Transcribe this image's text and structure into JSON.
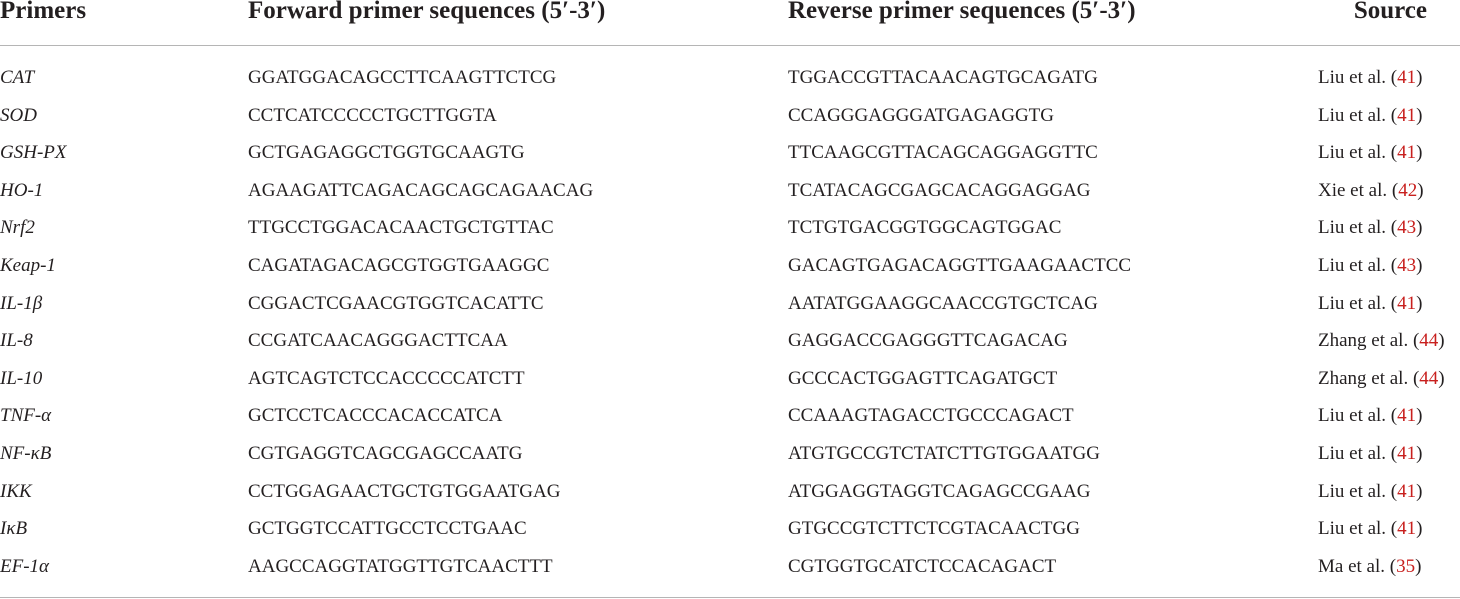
{
  "table": {
    "headers": {
      "primers": "Primers",
      "forward": "Forward primer sequences (5′-3′)",
      "reverse": "Reverse primer sequences (5′-3′)",
      "source": "Source"
    },
    "rows": [
      {
        "primer": "CAT",
        "forward": "GGATGGACAGCCTTCAAGTTCTCG",
        "reverse": "TGGACCGTTACAACAGTGCAGATG",
        "source_text": "Liu et al. (",
        "ref": "41",
        "close": ")"
      },
      {
        "primer": "SOD",
        "forward": "CCTCATCCCCCTGCTTGGTA",
        "reverse": "CCAGGGAGGGATGAGAGGTG",
        "source_text": "Liu et al. (",
        "ref": "41",
        "close": ")"
      },
      {
        "primer": "GSH-PX",
        "forward": "GCTGAGAGGCTGGTGCAAGTG",
        "reverse": "TTCAAGCGTTACAGCAGGAGGTTC",
        "source_text": "Liu et al. (",
        "ref": "41",
        "close": ")"
      },
      {
        "primer": "HO-1",
        "forward": "AGAAGATTCAGACAGCAGCAGAACAG",
        "reverse": "TCATACAGCGAGCACAGGAGGAG",
        "source_text": "Xie et al. (",
        "ref": "42",
        "close": ")"
      },
      {
        "primer": "Nrf2",
        "forward": "TTGCCTGGACACAACTGCTGTTAC",
        "reverse": "TCTGTGACGGTGGCAGTGGAC",
        "source_text": "Liu et al. (",
        "ref": "43",
        "close": ")"
      },
      {
        "primer": "Keap-1",
        "forward": "CAGATAGACAGCGTGGTGAAGGC",
        "reverse": "GACAGTGAGACAGGTTGAAGAACTCC",
        "source_text": "Liu et al. (",
        "ref": "43",
        "close": ")"
      },
      {
        "primer": "IL-1β",
        "forward": "CGGACTCGAACGTGGTCACATTC",
        "reverse": "AATATGGAAGGCAACCGTGCTCAG",
        "source_text": "Liu et al. (",
        "ref": "41",
        "close": ")"
      },
      {
        "primer": "IL-8",
        "forward": "CCGATCAACAGGGACTTCAA",
        "reverse": "GAGGACCGAGGGTTCAGACAG",
        "source_text": "Zhang et al. (",
        "ref": "44",
        "close": ")"
      },
      {
        "primer": "IL-10",
        "forward": "AGTCAGTCTCCACCCCCATCTT",
        "reverse": "GCCCACTGGAGTTCAGATGCT",
        "source_text": "Zhang et al. (",
        "ref": "44",
        "close": ")"
      },
      {
        "primer": "TNF-α",
        "forward": "GCTCCTCACCCACACCATCA",
        "reverse": "CCAAAGTAGACCTGCCCAGACT",
        "source_text": "Liu et al. (",
        "ref": "41",
        "close": ")"
      },
      {
        "primer": "NF-κB",
        "forward": "CGTGAGGTCAGCGAGCCAATG",
        "reverse": "ATGTGCCGTCTATCTTGTGGAATGG",
        "source_text": "Liu et al. (",
        "ref": "41",
        "close": ")"
      },
      {
        "primer": "IKK",
        "forward": "CCTGGAGAACTGCTGTGGAATGAG",
        "reverse": "ATGGAGGTAGGTCAGAGCCGAAG",
        "source_text": "Liu et al. (",
        "ref": "41",
        "close": ")"
      },
      {
        "primer": "IκB",
        "forward": "GCTGGTCCATTGCCTCCTGAAC",
        "reverse": "GTGCCGTCTTCTCGTACAACTGG",
        "source_text": "Liu et al. (",
        "ref": "41",
        "close": ")"
      },
      {
        "primer": "EF-1α",
        "forward": "AAGCCAGGTATGGTTGTCAACTTT",
        "reverse": "CGTGGTGCATCTCCACAGACT",
        "source_text": "Ma et al. (",
        "ref": "35",
        "close": ")"
      }
    ]
  },
  "colors": {
    "text": "#231f20",
    "reference_link": "#c8201e",
    "rule": "#b5b5b5"
  }
}
